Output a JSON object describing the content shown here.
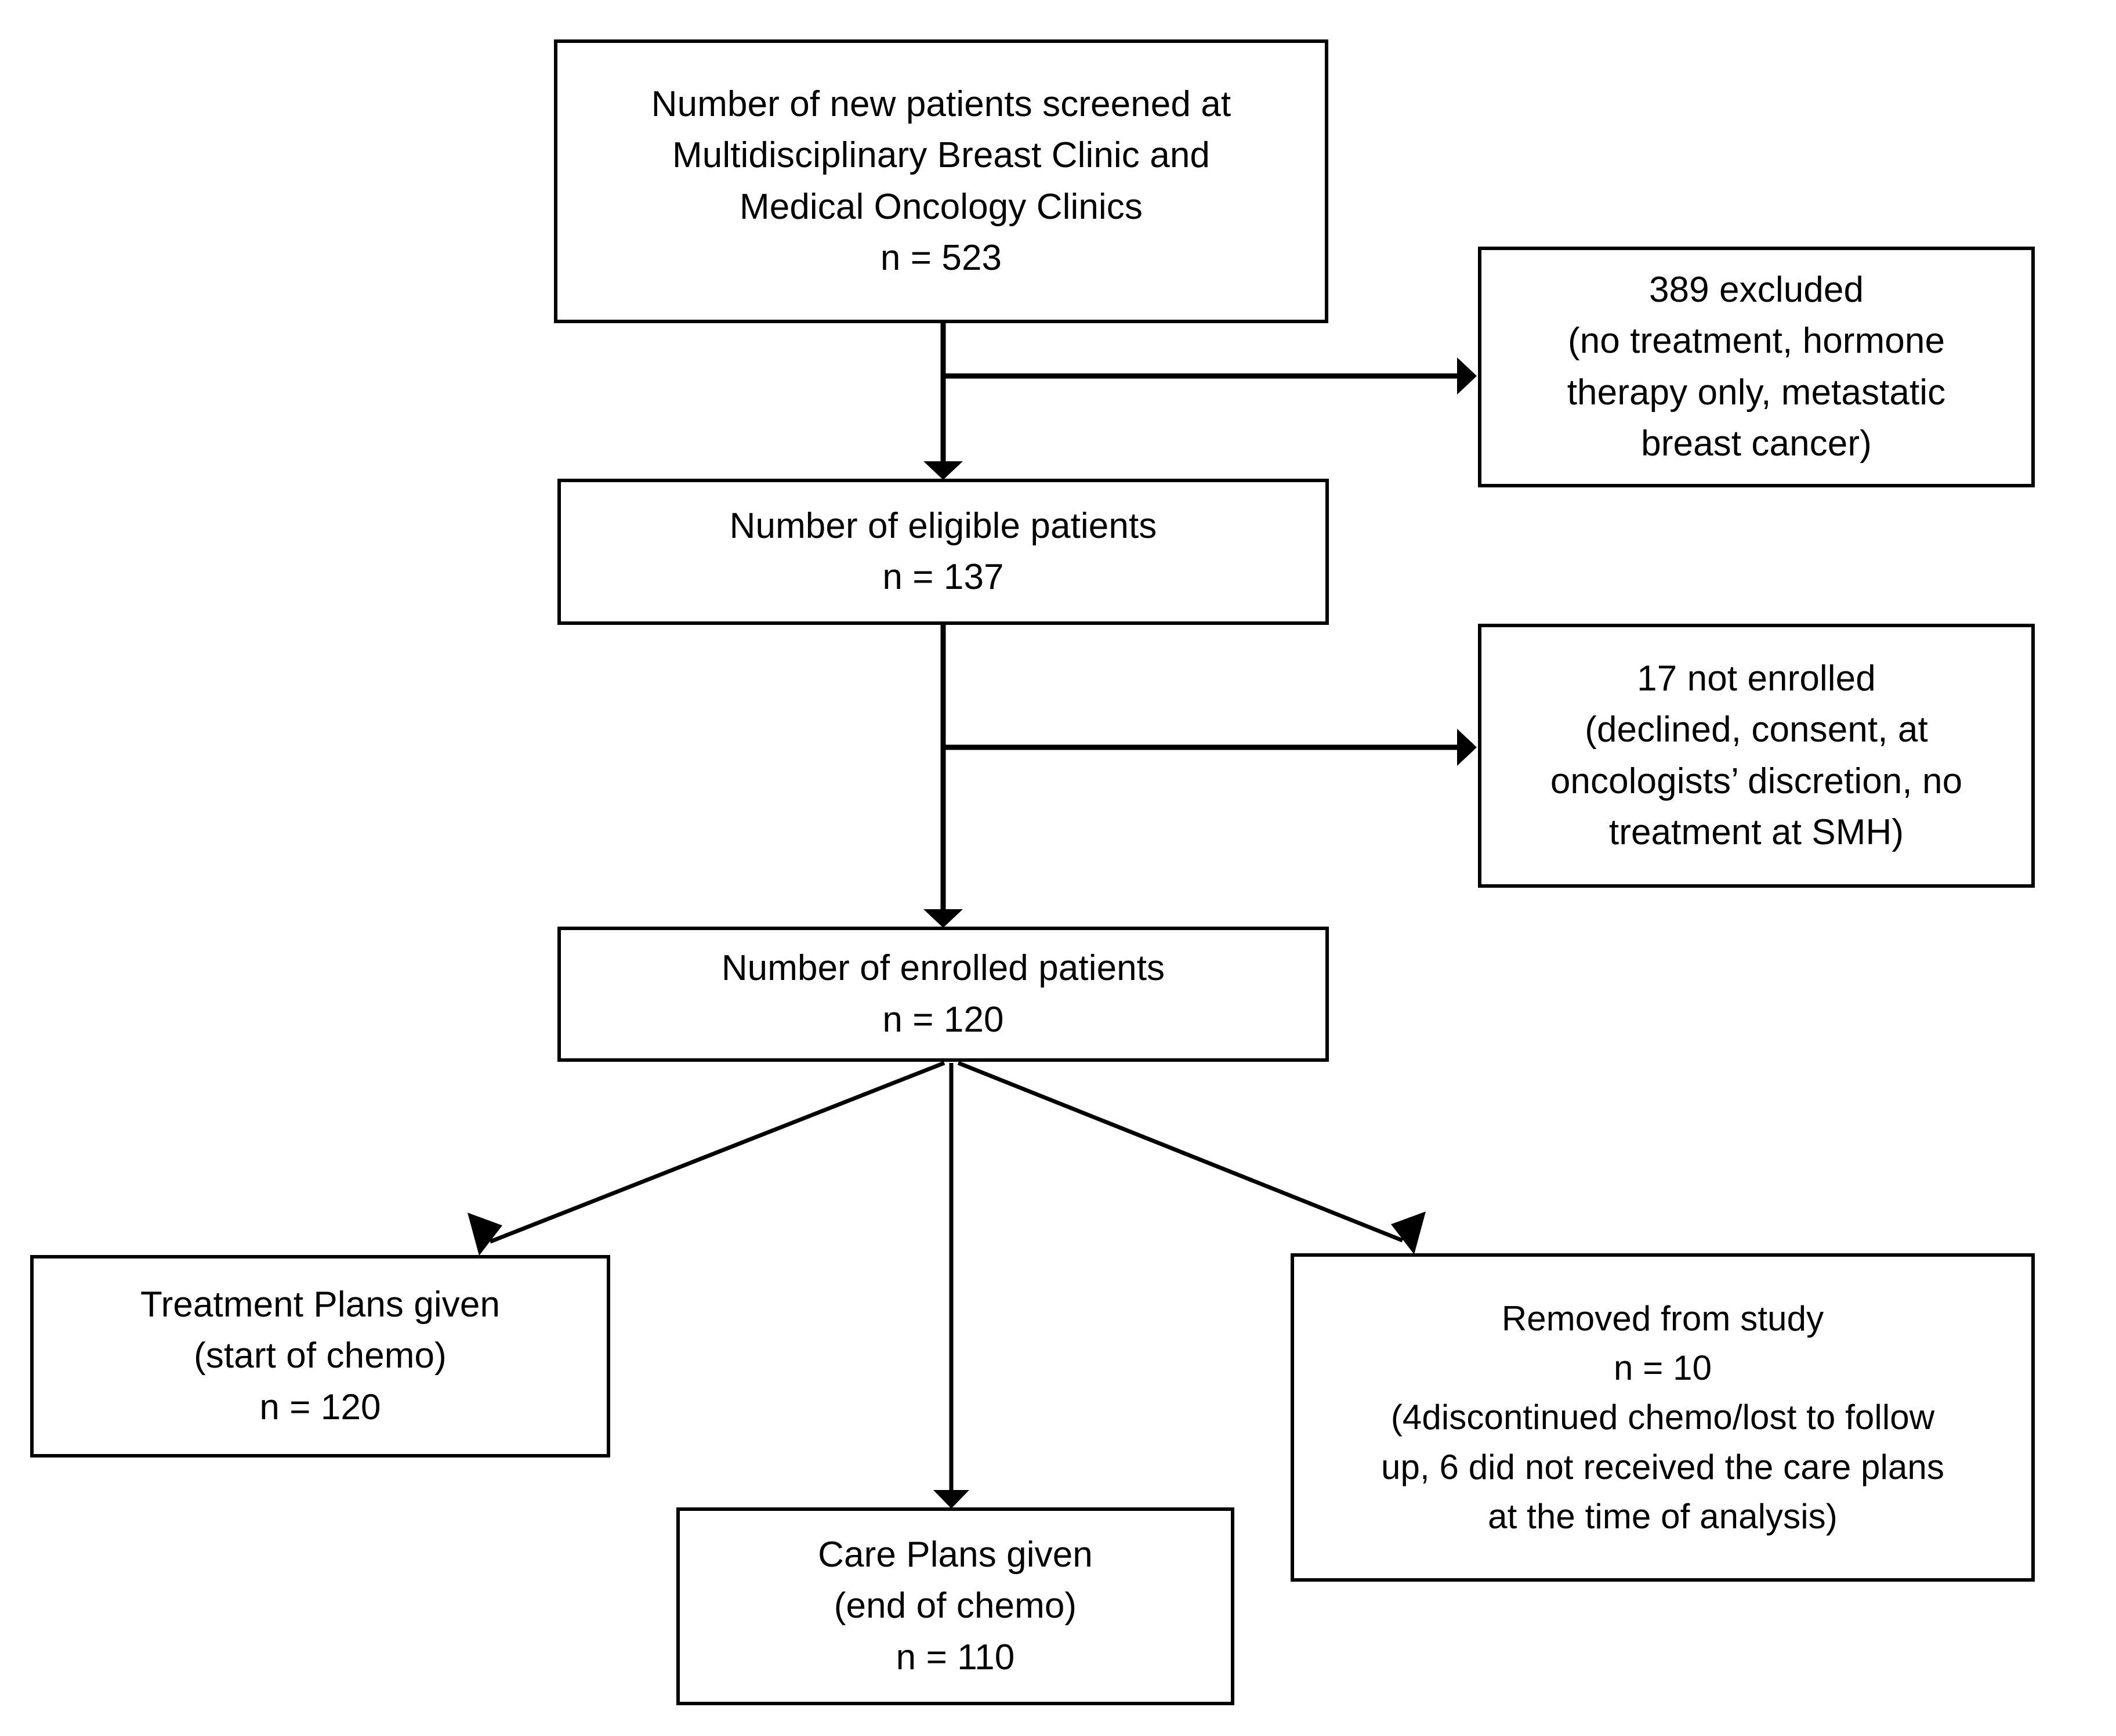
{
  "diagram": {
    "title": "Patient screening, eligibility and enrollment flow diagram",
    "type": "flowchart",
    "background_color": "#ffffff",
    "stroke_color": "#000000",
    "text_color": "#000000",
    "nodes": {
      "screened": {
        "name": "new-patients-screened",
        "lines": [
          "Number of new patients screened at",
          "Multidisciplinary Breast Clinic and",
          "Medical Oncology Clinics",
          "n = 523"
        ],
        "count": 523
      },
      "excluded": {
        "name": "excluded-patients",
        "lines": [
          "389 excluded",
          "(no treatment, hormone",
          "therapy only, metastatic",
          "breast cancer)"
        ],
        "count": 389
      },
      "eligible": {
        "name": "eligible-patients",
        "lines": [
          "Number of eligible patients",
          "n = 137"
        ],
        "count": 137
      },
      "not_enrolled": {
        "name": "not-enrolled-patients",
        "lines": [
          "17 not enrolled",
          "(declined, consent, at",
          "oncologists’ discretion, no",
          "treatment at SMH)"
        ],
        "count": 17
      },
      "enrolled": {
        "name": "enrolled-patients",
        "lines": [
          "Number of enrolled patients",
          "n = 120"
        ],
        "count": 120
      },
      "treatment_plans": {
        "name": "treatment-plans-given",
        "lines": [
          "Treatment Plans given",
          "(start of chemo)",
          "n = 120"
        ],
        "count": 120
      },
      "care_plans": {
        "name": "care-plans-given",
        "lines": [
          "Care Plans given",
          "(end of chemo)",
          "n = 110"
        ],
        "count": 110
      },
      "removed": {
        "name": "removed-from-study",
        "lines": [
          "Removed from study",
          "n = 10",
          "(4discontinued chemo/lost to follow",
          "up, 6 did not received the care plans",
          "at the time of analysis)"
        ],
        "count": 10
      }
    },
    "edges": [
      {
        "from": "screened",
        "to": "eligible",
        "style": "straight-down-arrow"
      },
      {
        "from": "screened",
        "to": "excluded",
        "style": "branch-right-arrow"
      },
      {
        "from": "eligible",
        "to": "enrolled",
        "style": "straight-down-arrow"
      },
      {
        "from": "eligible",
        "to": "not_enrolled",
        "style": "branch-right-arrow"
      },
      {
        "from": "enrolled",
        "to": "treatment_plans",
        "style": "diagonal-left-arrow"
      },
      {
        "from": "enrolled",
        "to": "care_plans",
        "style": "straight-down-arrow"
      },
      {
        "from": "enrolled",
        "to": "removed",
        "style": "diagonal-right-arrow"
      }
    ]
  }
}
